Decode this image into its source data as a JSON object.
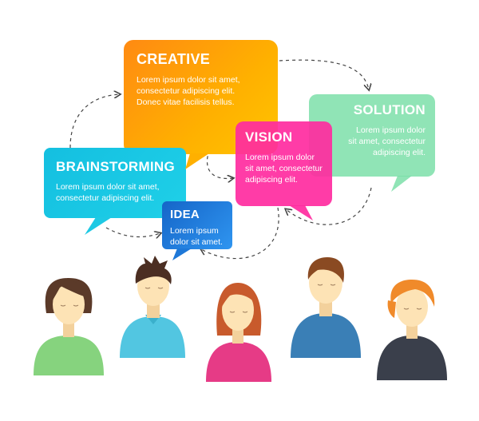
{
  "bubbles": {
    "creative": {
      "title": "CREATIVE",
      "lines": [
        "Lorem ipsum dolor sit amet,",
        "consectetur adipiscing elit.",
        "Donec vitae facilisis tellus."
      ]
    },
    "brainstorming": {
      "title": "BRAINSTORMING",
      "lines": [
        "Lorem ipsum dolor sit amet,",
        "consectetur adipiscing elit."
      ]
    },
    "vision": {
      "title": "VISION",
      "lines": [
        "Lorem ipsum dolor",
        "sit amet, consectetur",
        "adipiscing elit."
      ]
    },
    "solution": {
      "title": "SOLUTION",
      "lines": [
        "Lorem ipsum dolor",
        "sit amet, consectetur",
        "adipiscing elit."
      ]
    },
    "idea": {
      "title": "IDEA",
      "lines": [
        "Lorem ipsum",
        "dolor sit amet."
      ]
    }
  },
  "colors": {
    "creative": "#ffa000",
    "brainstorming": "#1fc8e3",
    "vision": "#ff2ba0",
    "solution": "#78dea6",
    "idea": "#1e7ddc"
  },
  "people": [
    {
      "name": "person-1",
      "hair": "#5b3a29",
      "shirt": "#86d37e",
      "skin": "#fde3b5"
    },
    {
      "name": "person-2",
      "hair": "#4b2e22",
      "shirt": "#52c6e1",
      "skin": "#fde3b5"
    },
    {
      "name": "person-3",
      "hair": "#c85a2c",
      "shirt": "#e63b86",
      "skin": "#fde3b5"
    },
    {
      "name": "person-4",
      "hair": "#8a4a22",
      "shirt": "#3a7fb6",
      "skin": "#fde3b5"
    },
    {
      "name": "person-5",
      "hair": "#f08a2a",
      "shirt": "#3a3f4b",
      "skin": "#fde3b5"
    }
  ]
}
